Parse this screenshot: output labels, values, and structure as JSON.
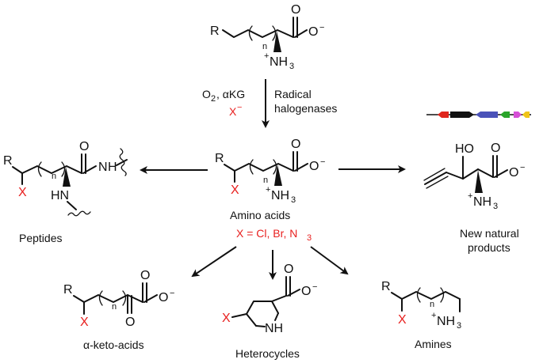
{
  "reagents": {
    "line1_o": "O",
    "line1_o_sub": "2",
    "line1_rest": ", αKG",
    "line2": "X",
    "line2_sup": "−",
    "enzyme_line1": "Radical",
    "enzyme_line2": "halogenases"
  },
  "center": {
    "label": "Amino acids",
    "substituent_prefix": "X = Cl, Br, N",
    "substituent_sub": "3"
  },
  "products": {
    "peptides": "Peptides",
    "natural_line1": "New natural",
    "natural_line2": "products",
    "keto_acids": "α-keto-acids",
    "heterocycles": "Heterocycles",
    "amines": "Amines"
  },
  "atoms": {
    "R": "R",
    "X": "X",
    "O": "O",
    "O_minus": "O",
    "minus": "−",
    "n": "n",
    "plus": "+",
    "NH3": "NH",
    "three": "3",
    "HN": "HN",
    "N": "N",
    "NH": "NH",
    "HO": "HO"
  },
  "gene_cluster": {
    "colors": [
      "#e0261d",
      "#111111",
      "#4a52b8",
      "#2aa52a",
      "#d64fd6",
      "#f0c419"
    ]
  },
  "colors": {
    "halogen": "#e8201f",
    "ink": "#111111"
  }
}
